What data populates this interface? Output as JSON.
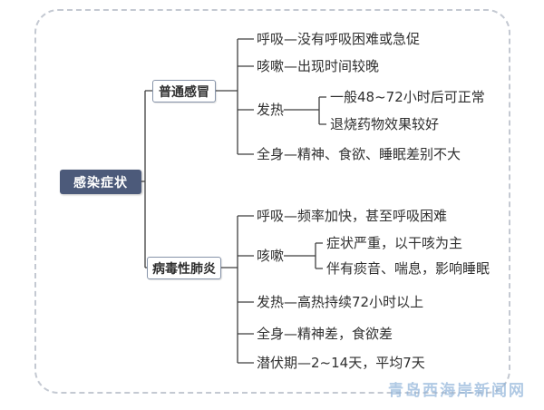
{
  "root": {
    "label": "感染症状"
  },
  "branches": [
    {
      "label": "普通感冒",
      "items": [
        {
          "label": "呼吸—没有呼吸困难或急促"
        },
        {
          "label": "咳嗽—出现时间较晚"
        },
        {
          "label": "发热",
          "children": [
            "一般48~72小时后可正常",
            "退烧药物效果较好"
          ]
        },
        {
          "label": "全身—精神、食欲、睡眠差别不大"
        }
      ]
    },
    {
      "label": "病毒性肺炎",
      "items": [
        {
          "label": "呼吸—频率加快，甚至呼吸困难"
        },
        {
          "label": "咳嗽",
          "children": [
            "症状严重，以干咳为主",
            "伴有痰音、喘息，影响睡眠"
          ]
        },
        {
          "label": "发热—高热持续72小时以上"
        },
        {
          "label": "全身—精神差，食欲差"
        },
        {
          "label": "潜伏期—2~14天，平均7天"
        }
      ]
    }
  ],
  "watermark": "青岛西海岸新闻网",
  "colors": {
    "root_bg": "#4c5a7a",
    "root_text": "#ffffff",
    "branch_bg": "#ffffff",
    "branch_border": "#8794a9",
    "text_color": "#2f2f2f",
    "line_color": "#3f3f3f",
    "frame_border": "#c4c9d2",
    "watermark_color": "#8fb3d9"
  }
}
